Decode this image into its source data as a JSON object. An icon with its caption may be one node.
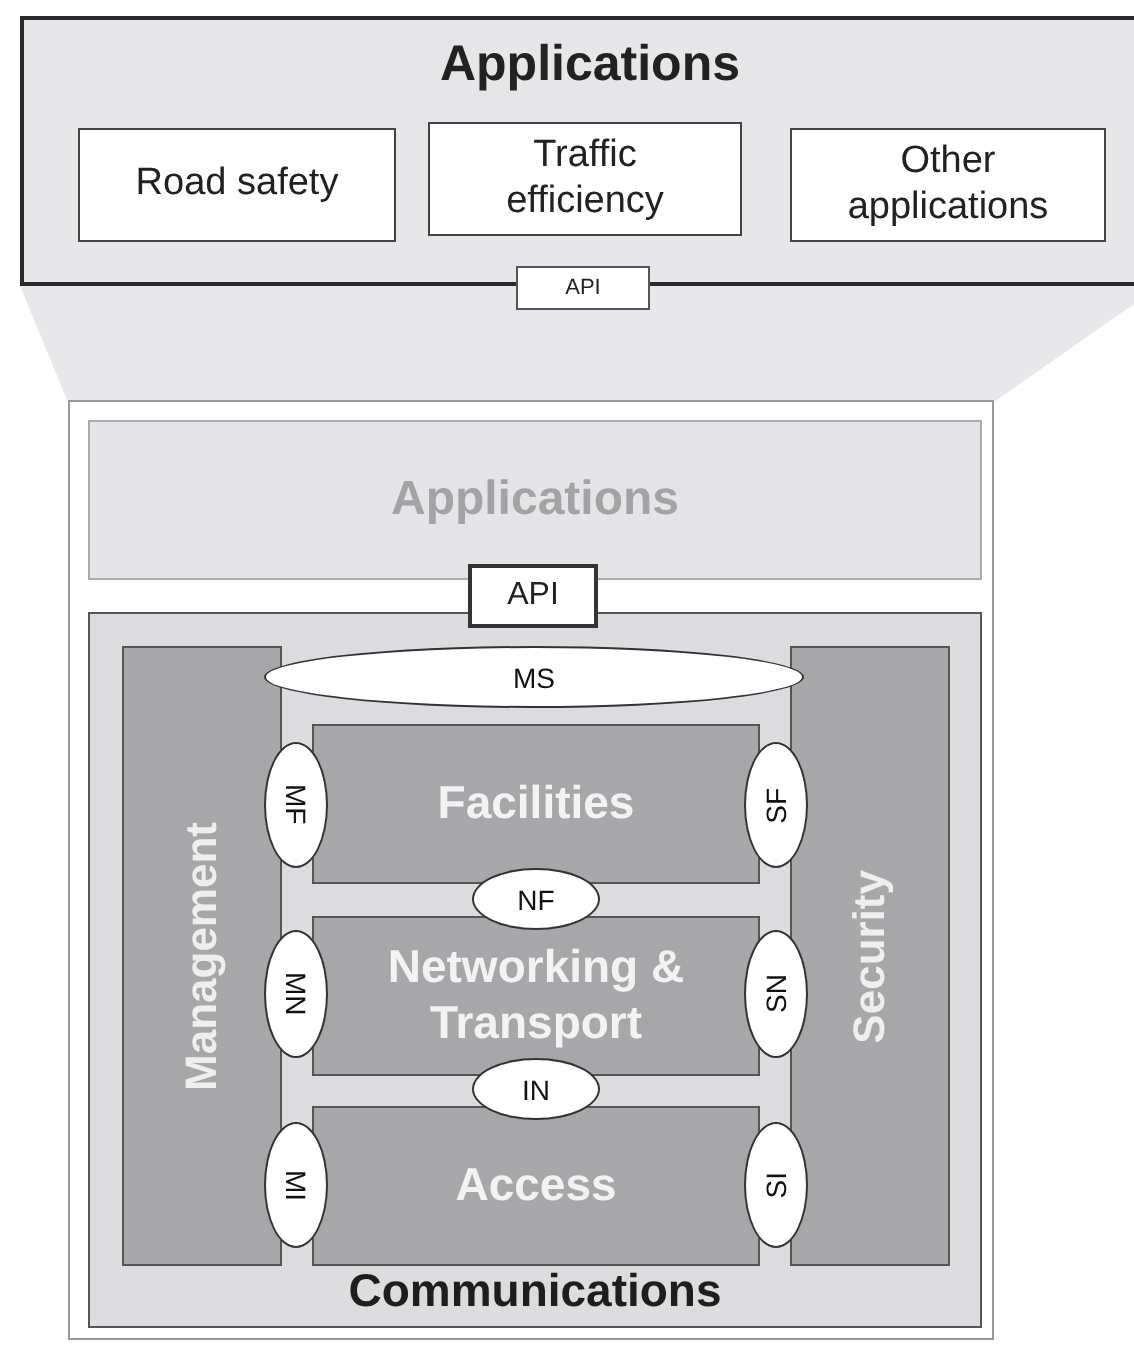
{
  "diagram": {
    "nodes": [
      {
        "text": [
          "Applications"
        ]
      },
      {
        "text": [
          "Road safety"
        ],
        "in": 0
      },
      {
        "text": [
          "Traffic efficiency"
        ],
        "in": 0
      },
      {
        "text": [
          "Other applications"
        ],
        "in": 0
      },
      {
        "text": [
          "API"
        ]
      },
      {
        "text": [],
        "shape": "box"
      },
      {
        "text": [
          "Applications"
        ],
        "in": 5
      },
      {
        "text": [
          "API"
        ],
        "in": 5
      },
      {
        "text": [
          "Communications"
        ],
        "in": 5
      },
      {
        "text": [
          "Management"
        ],
        "in": 8
      },
      {
        "text": [
          "MS"
        ],
        "in": 8
      },
      {
        "text": [
          "Security"
        ],
        "in": 8
      },
      {
        "text": [
          "MF"
        ],
        "in": 8
      },
      {
        "text": [
          "Facilities"
        ],
        "in": 8
      },
      {
        "text": [
          "SF"
        ],
        "in": 8
      },
      {
        "text": [
          "NF"
        ],
        "in": 8
      },
      {
        "text": [
          "MN"
        ],
        "in": 8
      },
      {
        "text": [
          "Networking & Transport"
        ],
        "in": 8
      },
      {
        "text": [
          "SN"
        ],
        "in": 8
      },
      {
        "text": [
          "IN"
        ],
        "in": 8
      },
      {
        "text": [
          "MI"
        ],
        "in": 8
      },
      {
        "text": [
          "Access"
        ],
        "in": 8
      },
      {
        "text": [
          "SI"
        ],
        "in": 8
      },
      {
        "text": [],
        "shape": "trapezoid"
      }
    ]
  }
}
